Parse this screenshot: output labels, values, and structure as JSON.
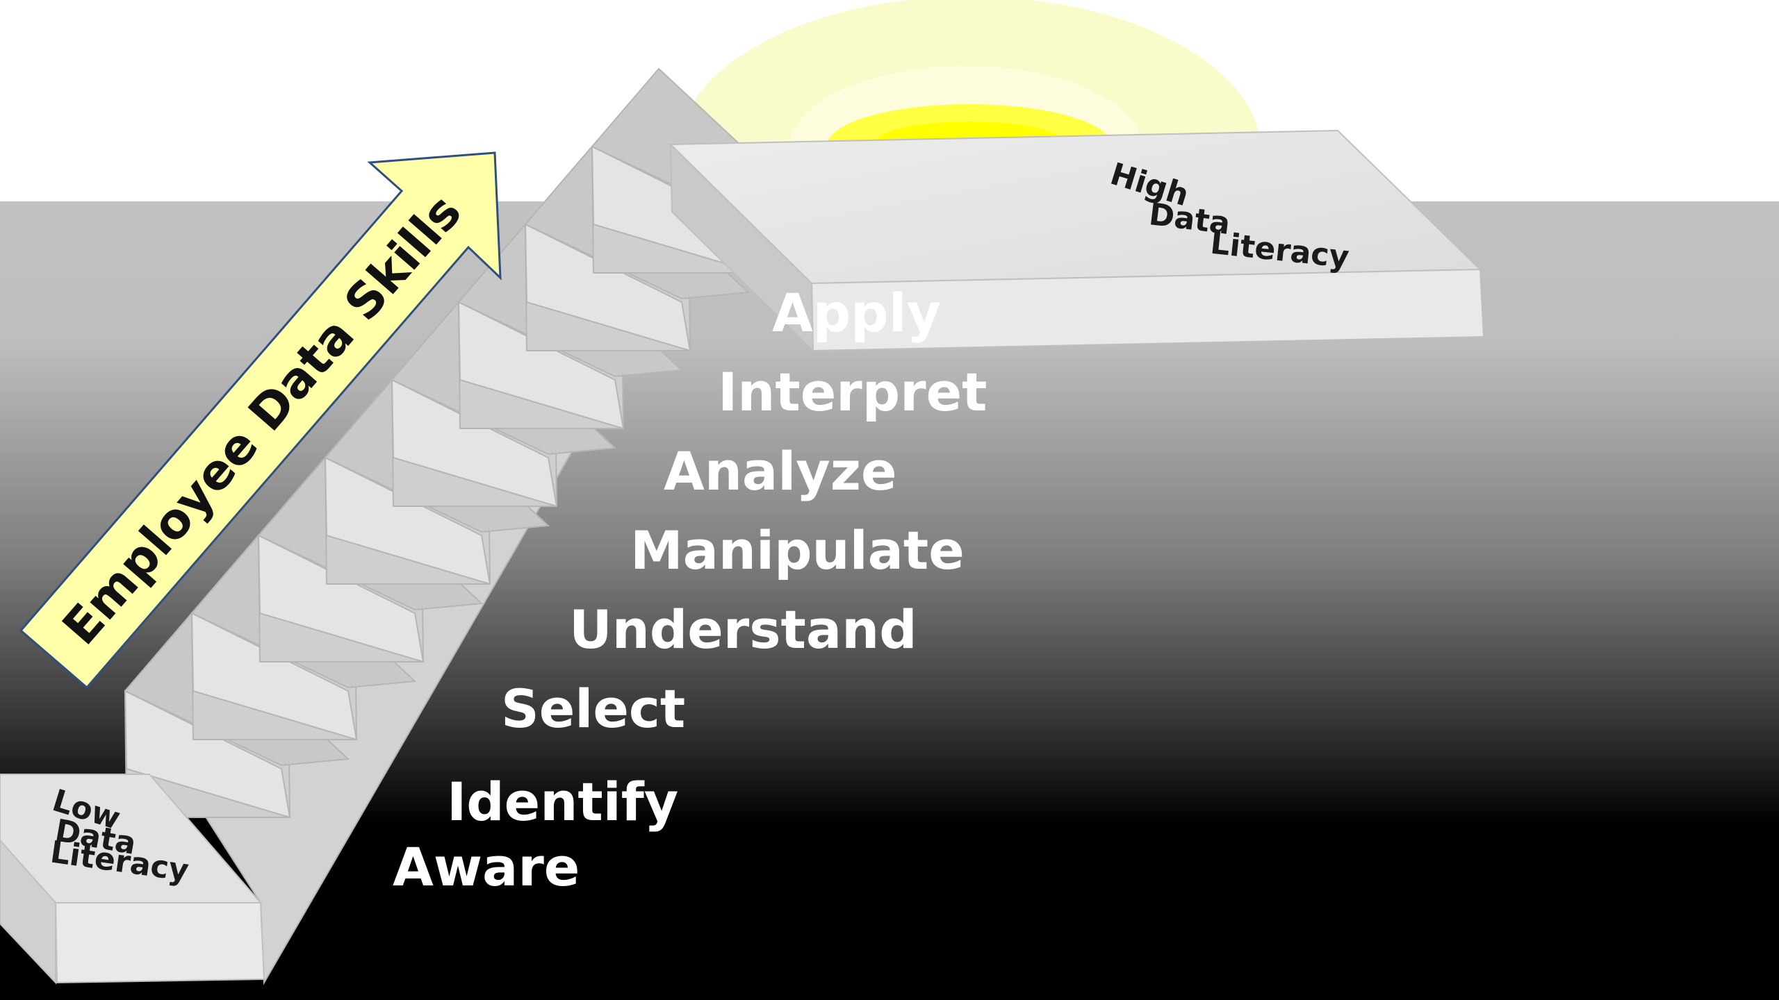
{
  "arrow": {
    "label": "Employee Data Skills",
    "fill_color": "#ffffaa",
    "stroke_color": "#2f4f7f"
  },
  "low_platform": {
    "lines": [
      "Low",
      "Data",
      "Literacy"
    ]
  },
  "high_platform": {
    "lines": [
      "High",
      "Data",
      "Literacy"
    ]
  },
  "steps": [
    {
      "label": "Aware"
    },
    {
      "label": "Identify"
    },
    {
      "label": "Select"
    },
    {
      "label": "Understand"
    },
    {
      "label": "Manipulate"
    },
    {
      "label": "Analyze"
    },
    {
      "label": "Interpret"
    },
    {
      "label": "Apply",
      "color": "#555555"
    }
  ],
  "colors": {
    "background_top": "#ffffff",
    "background_bottom": "#000000",
    "step_face": "#e6e6e6",
    "step_side": "#c6c6c6",
    "sun": "#ffff33"
  }
}
